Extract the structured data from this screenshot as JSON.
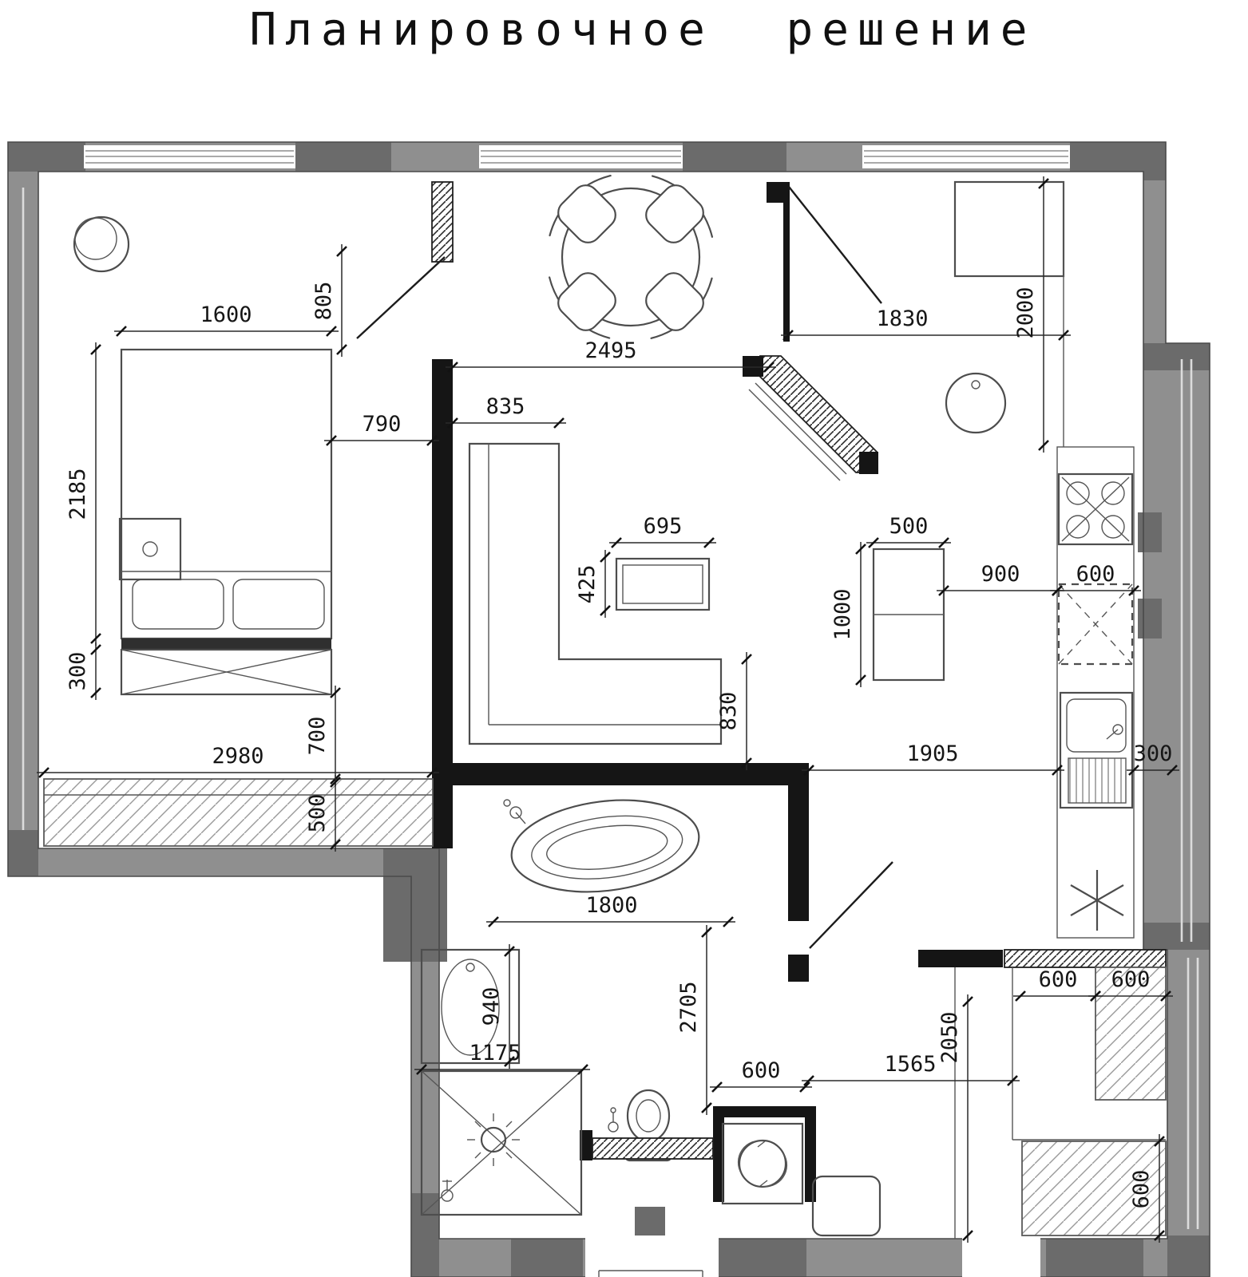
{
  "title": "Планировочное решение",
  "dims": {
    "bed_width": "1600",
    "entry_gap": "805",
    "dining_width": "2495",
    "hall_width": "1830",
    "hall_depth": "2000",
    "corridor": "790",
    "sofa_offset": "835",
    "bed_length": "2185",
    "coffee_table_width": "695",
    "island_width": "500",
    "coffee_table_depth": "425",
    "kitchen_run": "900",
    "counter_width": "600",
    "island_length": "1000",
    "dresser_depth": "300",
    "closet_width": "700",
    "sofa_depth": "830",
    "bedroom_width": "2980",
    "kitchen_width": "1905",
    "counter_depth": "300",
    "balcony_depth": "500",
    "bath_width": "1800",
    "sink_width": "940",
    "bath_length": "2705",
    "wardrobe_a": "600",
    "wardrobe_b": "600",
    "hall2_depth": "2050",
    "shower_width": "1175",
    "washer_width": "600",
    "hall2_width": "1565",
    "wardrobe_c": "600"
  },
  "colors": {
    "wall": "#8f8f8f",
    "pier": "#6b6b6b",
    "line": "#1a1a1a"
  }
}
